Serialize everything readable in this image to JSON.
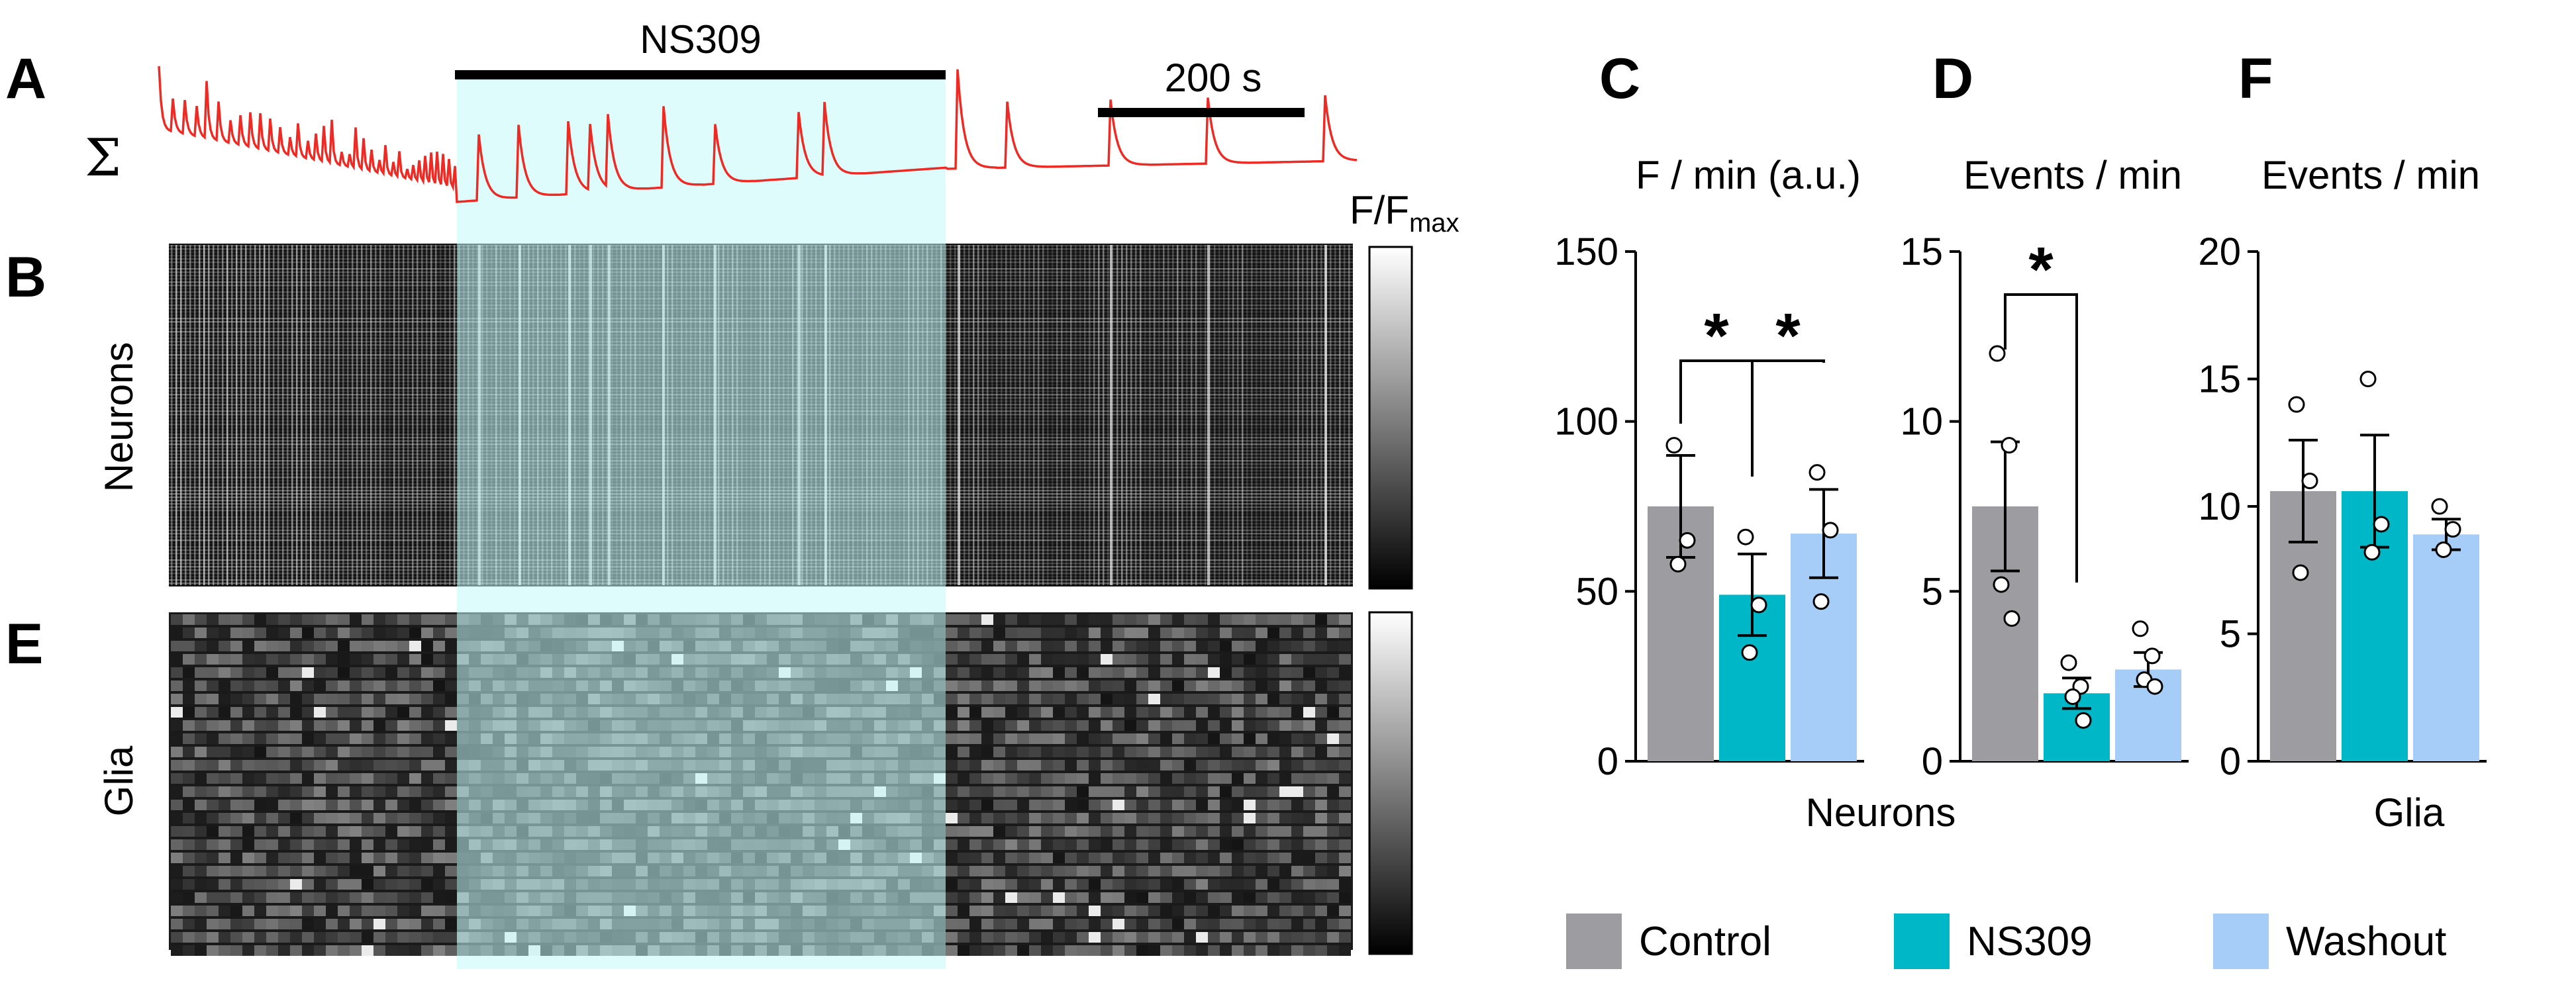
{
  "panel_letters": {
    "A": "A",
    "B": "B",
    "C": "C",
    "D": "D",
    "E": "E",
    "F": "F"
  },
  "labels": {
    "drug_bar": "NS309",
    "scale_bar": "200 s",
    "sum_symbol": "Σ",
    "neurons_axis": "Neurons",
    "glia_axis": "Glia",
    "colorbar_main": "F/F",
    "colorbar_sub": "max"
  },
  "colors": {
    "control": "#9d9ca1",
    "ns309": "#00b7c8",
    "washout": "#a5cdf7",
    "shade": "#c4f9fb",
    "trace": "#ee2a24"
  },
  "legend": {
    "control": "Control",
    "ns309": "NS309",
    "washout": "Washout"
  },
  "chart_data": [
    {
      "type": "bar",
      "panel": "C",
      "ylabel": "F / min (a.u.)",
      "group_label": "Neurons",
      "categories": [
        "Control",
        "NS309",
        "Washout"
      ],
      "values": [
        75,
        49,
        67
      ],
      "sem": [
        15,
        12,
        13
      ],
      "points": [
        [
          93,
          65,
          58
        ],
        [
          66,
          46,
          32
        ],
        [
          85,
          68,
          47
        ]
      ],
      "ylim": [
        0,
        150
      ],
      "yticks": [
        0,
        50,
        100,
        150
      ],
      "significance": [
        {
          "from": "Control",
          "to": "NS309",
          "label": "*"
        },
        {
          "from": "NS309",
          "to": "Washout",
          "label": "*"
        }
      ]
    },
    {
      "type": "bar",
      "panel": "D",
      "ylabel": "Events / min",
      "group_label": "Neurons",
      "categories": [
        "Control",
        "NS309",
        "Washout"
      ],
      "values": [
        7.5,
        2.0,
        2.7
      ],
      "sem": [
        1.9,
        0.45,
        0.5
      ],
      "points": [
        [
          12,
          9.3,
          5.2,
          4.2
        ],
        [
          2.9,
          2.2,
          1.9,
          1.2
        ],
        [
          3.9,
          3.1,
          2.4,
          2.2
        ]
      ],
      "ylim": [
        0,
        15
      ],
      "yticks": [
        0,
        5,
        10,
        15
      ],
      "significance": [
        {
          "from": "Control",
          "to": "NS309",
          "label": "*"
        }
      ]
    },
    {
      "type": "bar",
      "panel": "F",
      "ylabel": "Events / min",
      "group_label": "Glia",
      "categories": [
        "Control",
        "NS309",
        "Washout"
      ],
      "values": [
        10.6,
        10.6,
        8.9
      ],
      "sem": [
        2.0,
        2.2,
        0.6
      ],
      "points": [
        [
          14,
          11,
          7.4
        ],
        [
          15,
          9.3,
          8.2
        ],
        [
          10,
          9.1,
          8.3
        ]
      ],
      "ylim": [
        0,
        20
      ],
      "yticks": [
        0,
        5,
        10,
        15,
        20
      ],
      "significance": []
    }
  ]
}
